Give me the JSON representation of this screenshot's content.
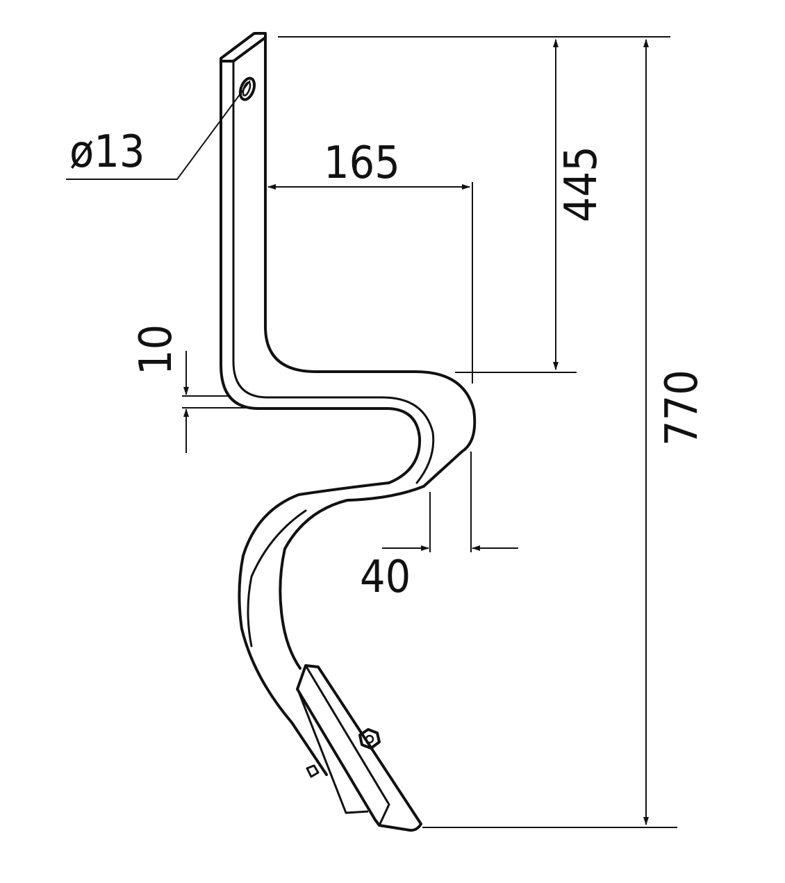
{
  "drawing": {
    "hole_diameter_label": "ø13",
    "width_label": "165",
    "upper_height_label": "445",
    "thickness_label": "10",
    "total_height_label": "770",
    "section_width_label": "40"
  },
  "colors": {
    "line": "#111111",
    "background": "#ffffff"
  }
}
